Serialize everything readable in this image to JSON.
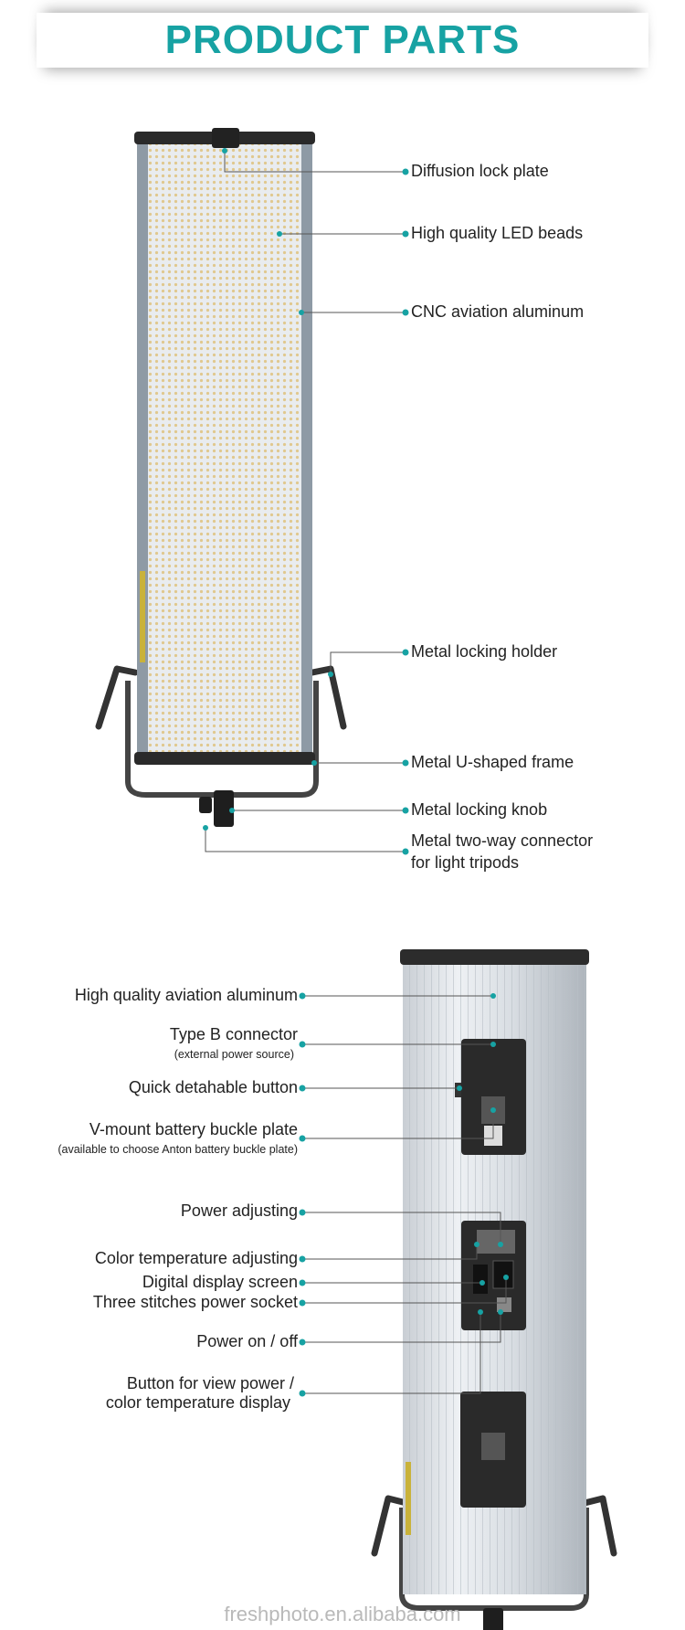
{
  "header": {
    "title": "PRODUCT PARTS"
  },
  "colors": {
    "accent": "#17a2a3",
    "leader_line": "#555555"
  },
  "front_view": {
    "labels": [
      {
        "text": "Diffusion lock plate"
      },
      {
        "text": "High quality LED beads"
      },
      {
        "text": "CNC aviation aluminum"
      },
      {
        "text": "Metal locking holder"
      },
      {
        "text": "Metal U-shaped frame"
      },
      {
        "text": "Metal locking knob"
      },
      {
        "text": "Metal two-way connector",
        "text2": "for light tripods"
      }
    ]
  },
  "back_view": {
    "labels": [
      {
        "text": "High quality aviation aluminum"
      },
      {
        "text": "Type B connector",
        "sub": "(external power source)"
      },
      {
        "text": "Quick detahable button"
      },
      {
        "text": "V-mount battery buckle plate",
        "sub": "(available to choose Anton battery buckle plate)"
      },
      {
        "text": "Power adjusting"
      },
      {
        "text": "Color temperature adjusting"
      },
      {
        "text": "Digital display screen"
      },
      {
        "text": "Three stitches power socket"
      },
      {
        "text": "Power on / off"
      },
      {
        "text": "Button for view power /",
        "text2": "color temperature display"
      }
    ]
  },
  "watermark": "freshphoto.en.alibaba.com"
}
